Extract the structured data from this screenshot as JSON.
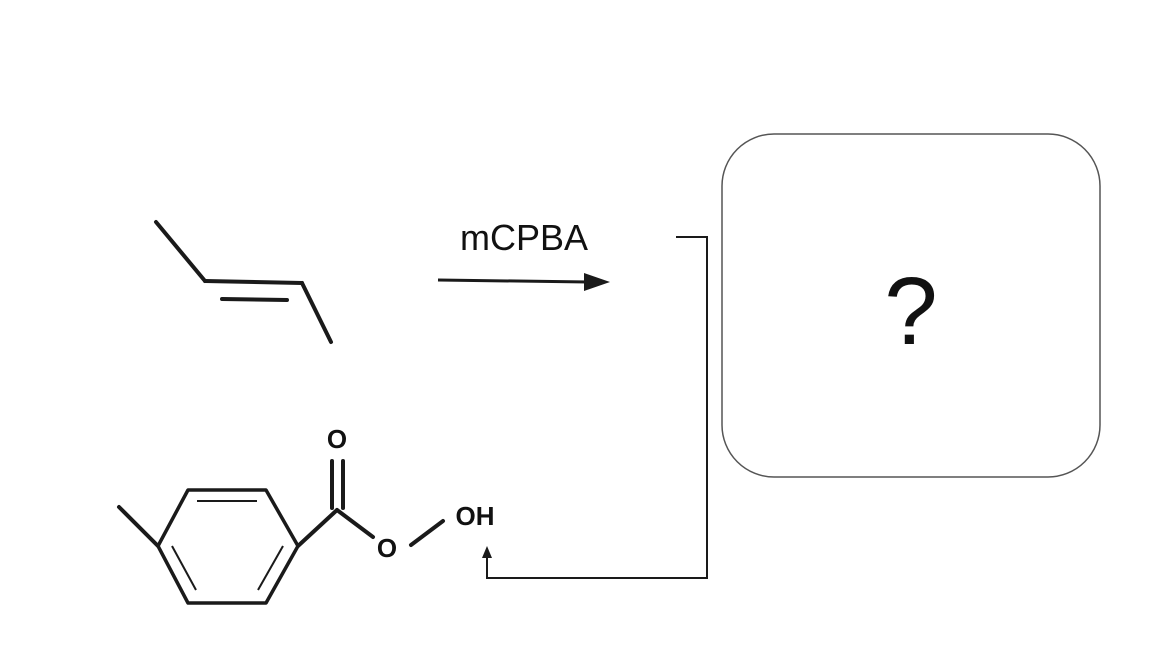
{
  "reaction": {
    "reagent_label": "mCPBA",
    "product_placeholder": "?"
  },
  "reagent_structure": {
    "carbonyl_oxygen_label": "O",
    "ester_oxygen_label": "O",
    "hydroxyl_label": "OH"
  },
  "colors": {
    "ink": "#1a1a1a",
    "box_border": "#555555",
    "background": "#ffffff"
  }
}
